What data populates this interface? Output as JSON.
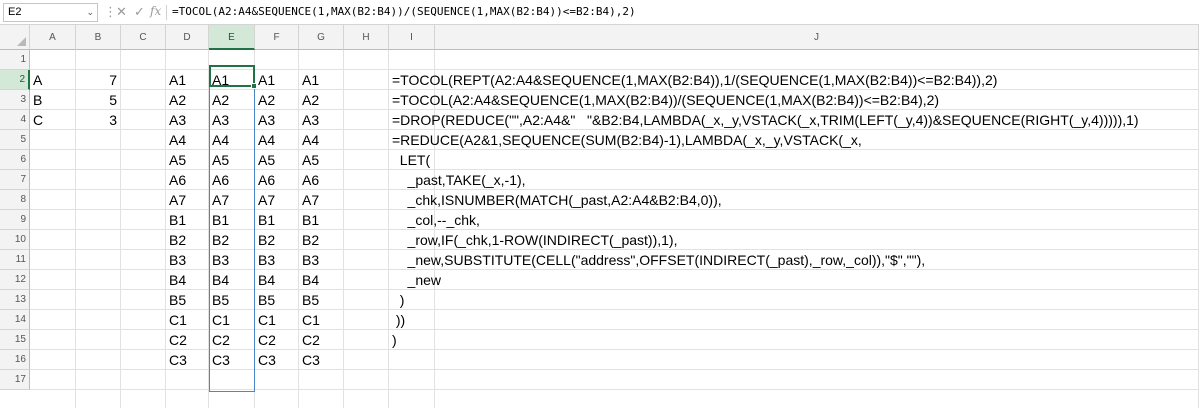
{
  "formula_bar": {
    "name_box": "E2",
    "fx": "fx",
    "formula": "=TOCOL(A2:A4&SEQUENCE(1,MAX(B2:B4))/(SEQUENCE(1,MAX(B2:B4))<=B2:B4),2)"
  },
  "columns": [
    "A",
    "B",
    "C",
    "D",
    "E",
    "F",
    "G",
    "H",
    "I",
    "J"
  ],
  "rows": [
    "1",
    "2",
    "3",
    "4",
    "5",
    "6",
    "7",
    "8",
    "9",
    "10",
    "11",
    "12",
    "13",
    "14",
    "15",
    "16",
    "17"
  ],
  "col_a": [
    "A",
    "B",
    "C"
  ],
  "col_b": [
    "7",
    "5",
    "3"
  ],
  "spill_values": [
    "A1",
    "A2",
    "A3",
    "A4",
    "A5",
    "A6",
    "A7",
    "B1",
    "B2",
    "B3",
    "B4",
    "B5",
    "C1",
    "C2",
    "C3"
  ],
  "col_i_text": [
    "=TOCOL(REPT(A2:A4&SEQUENCE(1,MAX(B2:B4)),1/(SEQUENCE(1,MAX(B2:B4))<=B2:B4)),2)",
    "=TOCOL(A2:A4&SEQUENCE(1,MAX(B2:B4))/(SEQUENCE(1,MAX(B2:B4))<=B2:B4),2)",
    "=DROP(REDUCE(\"\",A2:A4&\"   \"&B2:B4,LAMBDA(_x,_y,VSTACK(_x,TRIM(LEFT(_y,4))&SEQUENCE(RIGHT(_y,4))))),1)",
    "=REDUCE(A2&1,SEQUENCE(SUM(B2:B4)-1),LAMBDA(_x,_y,VSTACK(_x,",
    "  LET(",
    "    _past,TAKE(_x,-1),",
    "    _chk,ISNUMBER(MATCH(_past,A2:A4&B2:B4,0)),",
    "    _col,--_chk,",
    "    _row,IF(_chk,1-ROW(INDIRECT(_past)),1),",
    "    _new,SUBSTITUTE(CELL(\"address\",OFFSET(INDIRECT(_past),_row,_col)),\"$\",\"\"),",
    "    _new",
    "  )",
    " ))",
    ")"
  ],
  "colors": {
    "selection": "#217346",
    "spill_border": "#4a86c8",
    "header_bg": "#f3f3f3",
    "selected_header_bg": "#d4e8d8"
  }
}
